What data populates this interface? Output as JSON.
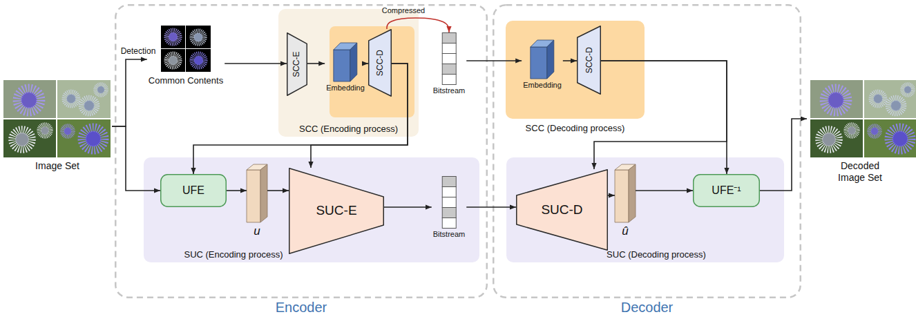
{
  "diagram": {
    "nodes": [
      {
        "text": [
          "Image Set"
        ]
      },
      {
        "text": [
          "Encoder"
        ]
      },
      {
        "text": [
          "Common Contents"
        ],
        "in": 1
      },
      {
        "text": [
          "SCC (Encoding process)"
        ],
        "in": 1
      },
      {
        "text": [
          "SCC-E"
        ],
        "in": 3
      },
      {
        "text": [
          "Embedding"
        ],
        "in": 3
      },
      {
        "text": [
          "SCC-D"
        ],
        "in": 3
      },
      {
        "text": [
          "SUC (Encoding process)"
        ],
        "in": 1
      },
      {
        "text": [
          "UFE"
        ],
        "in": 7
      },
      {
        "text": [
          "u"
        ],
        "in": 7
      },
      {
        "text": [
          "SUC-E"
        ],
        "in": 7
      },
      {
        "text": [
          "Bitstream"
        ]
      },
      {
        "text": [
          "Bitstream"
        ]
      },
      {
        "text": [
          "Decoder"
        ]
      },
      {
        "text": [
          "SCC (Decoding process)"
        ],
        "in": 13
      },
      {
        "text": [
          "Embedding"
        ],
        "in": 14
      },
      {
        "text": [
          "SCC-D"
        ],
        "in": 14
      },
      {
        "text": [
          "SUC (Decoding process)"
        ],
        "in": 13
      },
      {
        "text": [
          "SUC-D"
        ],
        "in": 17
      },
      {
        "text": [
          "û"
        ],
        "in": 17
      },
      {
        "text": [
          "UFE⁻¹"
        ],
        "in": 17
      },
      {
        "text": [
          "Decoded Image Set"
        ]
      }
    ],
    "edges": [
      {
        "from": 0,
        "to": 2,
        "label": "Detection",
        "arrow": "to"
      },
      {
        "from": 0,
        "to": 8,
        "arrow": "to"
      },
      {
        "from": 2,
        "to": 4,
        "arrow": "to"
      },
      {
        "from": 4,
        "to": 5,
        "arrow": "to"
      },
      {
        "from": 5,
        "to": 6,
        "arrow": "to"
      },
      {
        "from": 6,
        "to": 11,
        "label": "Compressed",
        "arrow": "to"
      },
      {
        "from": 6,
        "to": 8,
        "arrow": "to"
      },
      {
        "from": 6,
        "to": 10,
        "arrow": "to"
      },
      {
        "from": 8,
        "to": 9,
        "arrow": "to"
      },
      {
        "from": 9,
        "to": 10,
        "arrow": "to"
      },
      {
        "from": 10,
        "to": 12,
        "arrow": "to"
      },
      {
        "from": 11,
        "to": 15,
        "arrow": "to"
      },
      {
        "from": 15,
        "to": 16,
        "arrow": "to"
      },
      {
        "from": 16,
        "to": 18,
        "arrow": "to"
      },
      {
        "from": 16,
        "to": 20,
        "arrow": "to"
      },
      {
        "from": 12,
        "to": 18,
        "arrow": "to"
      },
      {
        "from": 18,
        "to": 19,
        "arrow": "to"
      },
      {
        "from": 19,
        "to": 20,
        "arrow": "to"
      },
      {
        "from": 20,
        "to": 21,
        "arrow": "to"
      }
    ]
  }
}
